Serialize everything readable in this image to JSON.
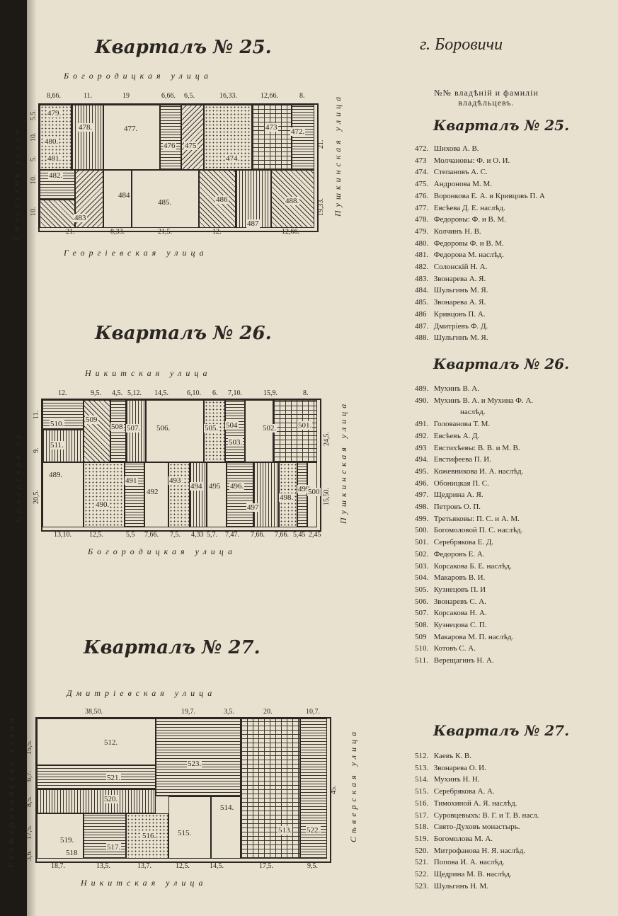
{
  "city": "г. Боровичи",
  "list_header": "№№ владѣній и фамиліи владѣльцевъ.",
  "q25": {
    "title": "Кварталъ № 25.",
    "top_street": "Богородицкая улица",
    "bottom_street": "Георгіевская улица",
    "left_street": "Сѣверская улица",
    "right_street": "Пушкинская улица",
    "top_dims": [
      "8,66.",
      "11.",
      "19",
      "6,66.",
      "6,5.",
      "16,33.",
      "12,66.",
      "8."
    ],
    "bottom_dims": [
      "21.",
      "8,33.",
      "21,5.",
      "12.",
      "12,66."
    ],
    "left_dims": [
      "5.5.",
      "10.",
      "5.",
      "10.",
      "10."
    ],
    "right_dims": [
      "21.",
      "19,33."
    ],
    "plots": [
      "472.",
      "473",
      "474.",
      "475",
      "476",
      "477.",
      "478.",
      "479.",
      "480.",
      "481.",
      "482.",
      "483",
      "484",
      "485.",
      "486",
      "487",
      "488."
    ]
  },
  "q26": {
    "title": "Кварталъ № 26.",
    "top_street": "Никитская улица",
    "bottom_street": "Богородицкая улица",
    "left_street": "Сѣверская ул.",
    "right_street": "Пушкинская улица",
    "top_dims": [
      "12.",
      "9,5.",
      "4,5.",
      "5,12.",
      "14,5.",
      "6,10.",
      "6.",
      "7,10.",
      "15,9.",
      "8."
    ],
    "bottom_dims": [
      "13,10.",
      "12,5.",
      "5,5",
      "7,66.",
      "7,5.",
      "4,33",
      "5,7.",
      "7,47.",
      "7,66.",
      "7,66.",
      "5,45",
      "2,45"
    ],
    "left_dims": [
      "11.",
      "9.",
      "20,5."
    ],
    "right_dims": [
      "24,5.",
      "15,50."
    ],
    "plots": [
      "489.",
      "490.",
      "491",
      "492",
      "493",
      "494",
      "495",
      "496.",
      "497",
      "498.",
      "499",
      "500",
      "501.",
      "502.",
      "503.",
      "504",
      "505.",
      "506.",
      "507.",
      "508",
      "509",
      "510.",
      "511."
    ]
  },
  "q27": {
    "title": "Кварталъ № 27.",
    "top_street": "Дмитріевская улица",
    "bottom_street": "Никитская улица",
    "left_street": "Екатерининская улица",
    "right_street": "Сѣверская улица",
    "top_dims": [
      "38,50.",
      "19,7.",
      "3,5.",
      "20.",
      "10,7."
    ],
    "bottom_dims": [
      "18,7.",
      "13,5.",
      "13,7.",
      "12,5.",
      "14,5.",
      "17,5.",
      "9,5."
    ],
    "left_dims": [
      "3,6.",
      "17,5.",
      "8,5.",
      "6,7.",
      "15,5."
    ],
    "right_dims": [
      "45."
    ],
    "plots": [
      "512.",
      "513.",
      "514.",
      "515.",
      "516.",
      "517.",
      "518",
      "519.",
      "520.",
      "521.",
      "522.",
      "523."
    ]
  },
  "owners_25": {
    "title": "Кварталъ № 25.",
    "rows": [
      {
        "n": "472.",
        "name": "Шихова А. В."
      },
      {
        "n": "473",
        "name": "Молчановы: Ф. и О. И."
      },
      {
        "n": "474.",
        "name": "Степановъ А. С."
      },
      {
        "n": "475.",
        "name": "Андронова М. М."
      },
      {
        "n": "476.",
        "name": "Воронкова Е. А. и Кривцовъ П. А"
      },
      {
        "n": "477.",
        "name": "Евсѣева Д. Е. наслѣд."
      },
      {
        "n": "478.",
        "name": "Федоровы: Ф. и В. М."
      },
      {
        "n": "479.",
        "name": "Колчинъ Н. В."
      },
      {
        "n": "480.",
        "name": "Федоровы Ф. и В. М."
      },
      {
        "n": "481.",
        "name": "Федорова М. наслѣд."
      },
      {
        "n": "482.",
        "name": "Солонскій Н. А."
      },
      {
        "n": "483.",
        "name": "Звонарева А. Я."
      },
      {
        "n": "484.",
        "name": "Шульгинъ М. Я."
      },
      {
        "n": "485.",
        "name": "Звонарева А. Я."
      },
      {
        "n": "486",
        "name": "Кривцовъ П. А."
      },
      {
        "n": "487.",
        "name": "Дмитріевъ Ф. Д."
      },
      {
        "n": "488.",
        "name": "Шульгинъ М. Я."
      }
    ]
  },
  "owners_26": {
    "title": "Кварталъ № 26.",
    "rows": [
      {
        "n": "489.",
        "name": "Мухинъ В. А."
      },
      {
        "n": "490.",
        "name": "Мухинъ В. А. и Мухина Ф. А."
      },
      {
        "n": "",
        "name": "наслѣд."
      },
      {
        "n": "491.",
        "name": "Голованова Т. М."
      },
      {
        "n": "492.",
        "name": "Евсѣевъ А. Д."
      },
      {
        "n": "493",
        "name": "Евстихѣевы: В. В. и М. В."
      },
      {
        "n": "494.",
        "name": "Евстифеева П. И."
      },
      {
        "n": "495.",
        "name": "Кожевникова И. А. наслѣд."
      },
      {
        "n": "496.",
        "name": "Обоницкая П. С."
      },
      {
        "n": "497.",
        "name": "Щедрина А. Я."
      },
      {
        "n": "498.",
        "name": "Петровъ О. П."
      },
      {
        "n": "499.",
        "name": "Третьяковы: П. С. и А. М."
      },
      {
        "n": "500.",
        "name": "Богомоловой П. С. наслѣд."
      },
      {
        "n": "501.",
        "name": "Серебрякова Е. Д."
      },
      {
        "n": "502.",
        "name": "Федоровъ Е. А."
      },
      {
        "n": "503.",
        "name": "Корсакова Б. Е. наслѣд."
      },
      {
        "n": "504.",
        "name": "Макаровъ В. И."
      },
      {
        "n": "505.",
        "name": "Кузнецовъ П. И"
      },
      {
        "n": "506.",
        "name": "Звонаревъ С. А."
      },
      {
        "n": "507.",
        "name": "Корсакова Н. А."
      },
      {
        "n": "508.",
        "name": "Кузнецова С. П."
      },
      {
        "n": "509",
        "name": "Макарова М. П. наслѣд."
      },
      {
        "n": "510.",
        "name": "Котовъ С. А."
      },
      {
        "n": "511.",
        "name": "Верещагинъ Н. А."
      }
    ]
  },
  "owners_27": {
    "title": "Кварталъ № 27.",
    "rows": [
      {
        "n": "512.",
        "name": "Каевъ К. В."
      },
      {
        "n": "513.",
        "name": "Звонарева О. И."
      },
      {
        "n": "514.",
        "name": "Мухинъ Н. Н."
      },
      {
        "n": "515.",
        "name": "Серебрякова А. А."
      },
      {
        "n": "516.",
        "name": "Тимохиной А. Я. наслѣд."
      },
      {
        "n": "517.",
        "name": "Суровцевыхъ: В. Г. и Т. В. насл."
      },
      {
        "n": "518.",
        "name": "Свято-Духовъ монастырь."
      },
      {
        "n": "519.",
        "name": "Богомолова М. А."
      },
      {
        "n": "520.",
        "name": "Митрофанова Н. Я. наслѣд."
      },
      {
        "n": "521.",
        "name": "Попова И. А. наслѣд."
      },
      {
        "n": "522.",
        "name": "Щедрина М. В. наслѣд."
      },
      {
        "n": "523.",
        "name": "Шульгинъ Н. М."
      }
    ]
  }
}
